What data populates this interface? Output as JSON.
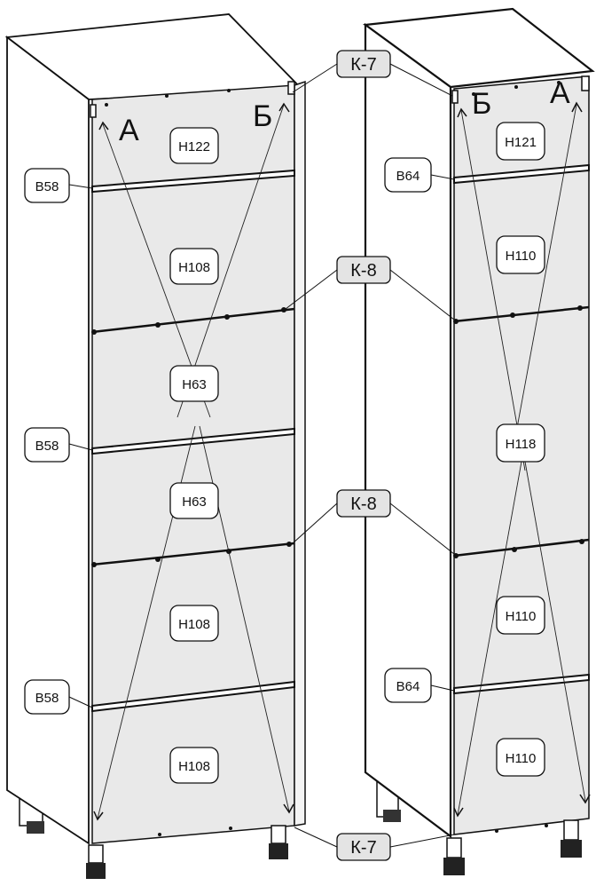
{
  "left_cabinet": {
    "corner_left": "А",
    "corner_right": "Б",
    "back_panel_labels": [
      "Н122",
      "Н108",
      "Н63",
      "Н63",
      "Н108",
      "Н108"
    ],
    "side_labels": [
      "В58",
      "В58",
      "В58"
    ]
  },
  "right_cabinet": {
    "corner_left": "Б",
    "corner_right": "А",
    "back_panel_labels": [
      "Н121",
      "Н110",
      "Н118",
      "Н110",
      "Н110"
    ],
    "side_labels": [
      "В64",
      "В64"
    ]
  },
  "callouts": {
    "k7_top": "К-7",
    "k8_upper": "К-8",
    "k8_lower": "К-8",
    "k7_bottom": "К-7"
  }
}
